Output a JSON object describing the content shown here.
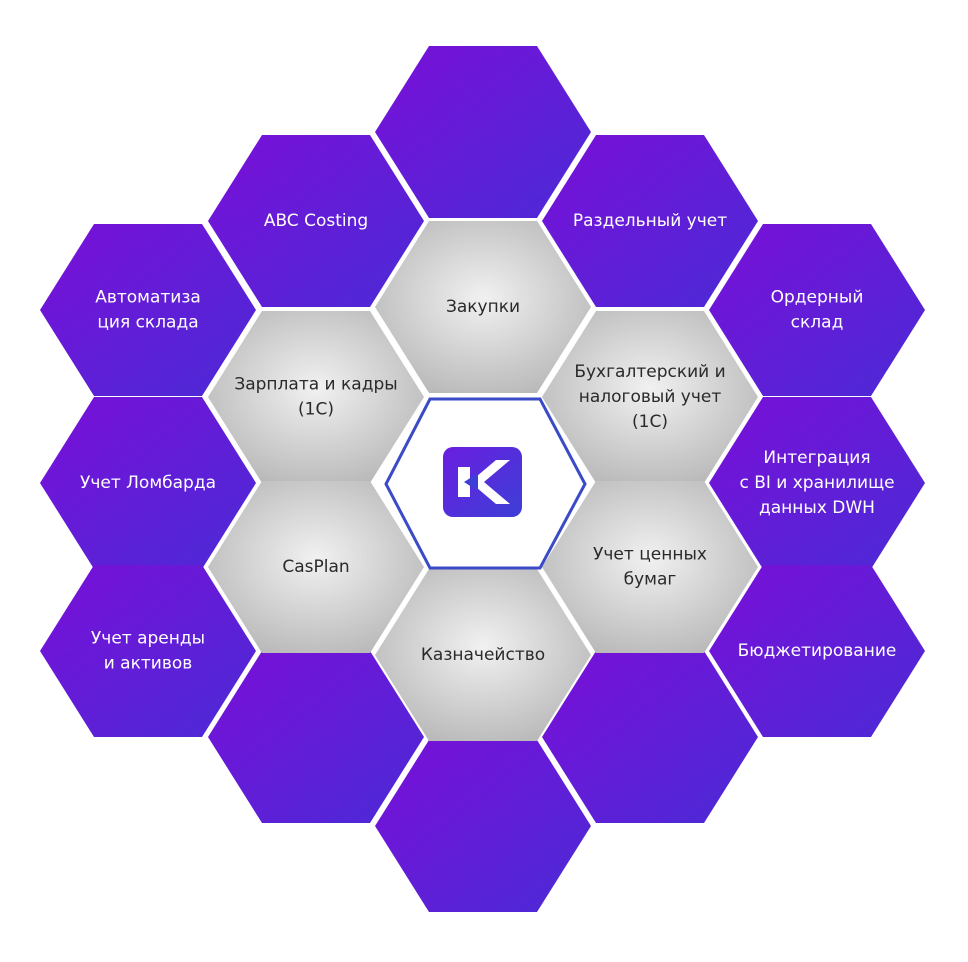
{
  "colors": {
    "outer_gradient_start": "#7a0fd8",
    "outer_gradient_end": "#4a2bd6",
    "inner_gradient_light": "#eeeeee",
    "inner_gradient_dark": "#b5b5b5",
    "center_border": "#3b4bc7",
    "logo_start": "#6a1ee0",
    "logo_end": "#3d3fd6"
  },
  "logo": {
    "icon": "k-logo-icon"
  },
  "hexagons": [
    {
      "id": "top",
      "kind": "outer",
      "lines": []
    },
    {
      "id": "abc-costing",
      "kind": "outer",
      "lines": [
        "ABC Costing"
      ]
    },
    {
      "id": "separate-accounting",
      "kind": "outer",
      "lines": [
        "Раздельный учет"
      ]
    },
    {
      "id": "warehouse-automation",
      "kind": "outer",
      "lines": [
        "Автоматиза",
        "ция склада"
      ]
    },
    {
      "id": "order-warehouse",
      "kind": "outer",
      "lines": [
        "Ордерный",
        "склад"
      ]
    },
    {
      "id": "pawnshop",
      "kind": "outer",
      "lines": [
        "Учет Ломбарда"
      ]
    },
    {
      "id": "bi-integration",
      "kind": "outer",
      "lines": [
        "Интеграция",
        "с BI и хранилище",
        "данных DWH"
      ]
    },
    {
      "id": "rent-assets",
      "kind": "outer",
      "lines": [
        "Учет аренды",
        "и активов"
      ]
    },
    {
      "id": "budgeting",
      "kind": "outer",
      "lines": [
        "Бюджетирование"
      ]
    },
    {
      "id": "bottom-left",
      "kind": "outer",
      "lines": []
    },
    {
      "id": "bottom-right",
      "kind": "outer",
      "lines": []
    },
    {
      "id": "bottom",
      "kind": "outer",
      "lines": []
    },
    {
      "id": "purchases",
      "kind": "inner",
      "lines": [
        "Закупки"
      ]
    },
    {
      "id": "payroll",
      "kind": "inner",
      "lines": [
        "Зарплата и кадры",
        "(1С)"
      ]
    },
    {
      "id": "accounting",
      "kind": "inner",
      "lines": [
        "Бухгалтерский и",
        "налоговый учет",
        "(1С)"
      ]
    },
    {
      "id": "casplan",
      "kind": "inner",
      "lines": [
        "CasPlan"
      ]
    },
    {
      "id": "securities",
      "kind": "inner",
      "lines": [
        "Учет ценных",
        "бумаг"
      ]
    },
    {
      "id": "treasury",
      "kind": "inner",
      "lines": [
        "Казначейство"
      ]
    }
  ]
}
